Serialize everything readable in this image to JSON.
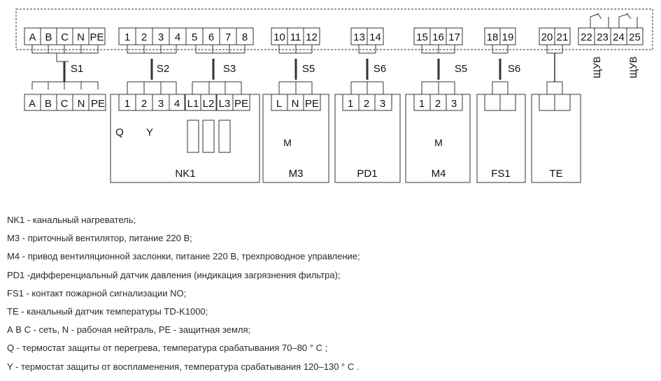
{
  "terminals": [
    "A",
    "B",
    "C",
    "N",
    "PE",
    "1",
    "2",
    "3",
    "4",
    "5",
    "6",
    "7",
    "8",
    "10",
    "11",
    "12",
    "13",
    "14",
    "15",
    "16",
    "17",
    "18",
    "19",
    "20",
    "21",
    "22",
    "23",
    "24",
    "25"
  ],
  "cables": [
    "S1",
    "S2",
    "S3",
    "S5",
    "S6",
    "S5",
    "S6"
  ],
  "shuv": [
    "ЩУВ",
    "ЩУВ"
  ],
  "device_terminals": [
    "A",
    "B",
    "C",
    "N",
    "PE",
    "1",
    "2",
    "3",
    "4",
    "L1",
    "L2",
    "L3",
    "PE",
    "L",
    "N",
    "PE",
    "1",
    "2",
    "3",
    "1",
    "2",
    "3"
  ],
  "thermostat_labels": [
    "Q",
    "Y"
  ],
  "motor_symbol": "M",
  "devices": [
    "NK1",
    "M3",
    "PD1",
    "M4",
    "FS1",
    "TE"
  ],
  "legend": [
    "NK1 - канальный нагреватель;",
    "M3 - приточный вентилятор, питание 220 В;",
    "M4 - привод вентиляционной заслонки, питание 220 В, трехпроводное управление;",
    "PD1 -дифференциальный датчик давления (индикация загрязнения фильтра);",
    "FS1 - контакт пожарной сигнализации NO;",
    "TE - канальный датчик температуры TD-K1000;",
    "А В С - сеть, N - рабочая нейтраль, PE - защитная земля;",
    "Q - термостат защиты от перегрева, температура срабатывания 70–80 ° С ;",
    "Y - термостат защиты от воспламенения, температура срабатывания 120–130 ° С ."
  ]
}
